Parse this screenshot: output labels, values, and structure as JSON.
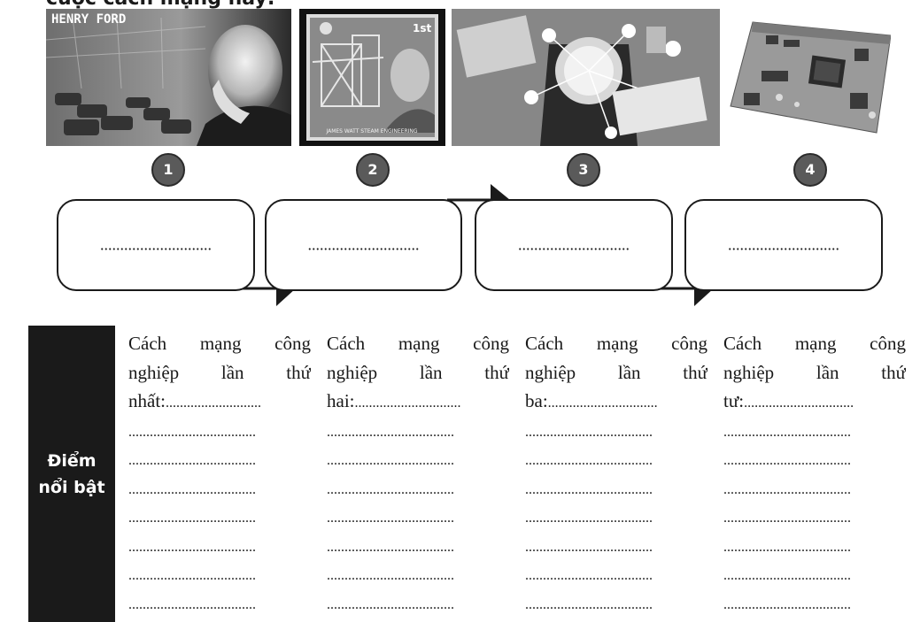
{
  "header": {
    "cut_title": "cuộc cách mạng này:"
  },
  "photos": [
    {
      "caption": "HENRY FORD"
    },
    {
      "caption": "JAMES WATT STEAM ENGINEERING",
      "stamp_value": "1st"
    },
    {
      "caption": ""
    },
    {
      "caption": ""
    }
  ],
  "badges": [
    "1",
    "2",
    "3",
    "4"
  ],
  "stage_boxes": [
    {
      "blank": "............................"
    },
    {
      "blank": "............................"
    },
    {
      "blank": "............................"
    },
    {
      "blank": "............................"
    }
  ],
  "table": {
    "side_label_line1": "Điểm",
    "side_label_line2": "nổi bật",
    "columns": [
      {
        "head_line1": "Cách mạng công",
        "head_line2": "nghiệp lần thứ",
        "lead_word": "nhất:",
        "lead_dots": "...........................",
        "dot_lines": [
          "....................................",
          "....................................",
          "....................................",
          "....................................",
          "....................................",
          "....................................",
          "...................................."
        ]
      },
      {
        "head_line1": "Cách mạng công",
        "head_line2": "nghiệp lần thứ",
        "lead_word": "hai:",
        "lead_dots": "..............................",
        "dot_lines": [
          "....................................",
          "....................................",
          "....................................",
          "....................................",
          "....................................",
          "....................................",
          "...................................."
        ]
      },
      {
        "head_line1": "Cách mạng công",
        "head_line2": "nghiệp lần thứ",
        "lead_word": "ba:",
        "lead_dots": "...............................",
        "dot_lines": [
          "....................................",
          "....................................",
          "....................................",
          "....................................",
          "....................................",
          "....................................",
          "...................................."
        ]
      },
      {
        "head_line1": "Cách mạng công",
        "head_line2": "nghiệp lần thứ",
        "lead_word": "tư:",
        "lead_dots": "...............................",
        "dot_lines": [
          "....................................",
          "....................................",
          "....................................",
          "....................................",
          "....................................",
          "....................................",
          "...................................."
        ]
      }
    ]
  }
}
